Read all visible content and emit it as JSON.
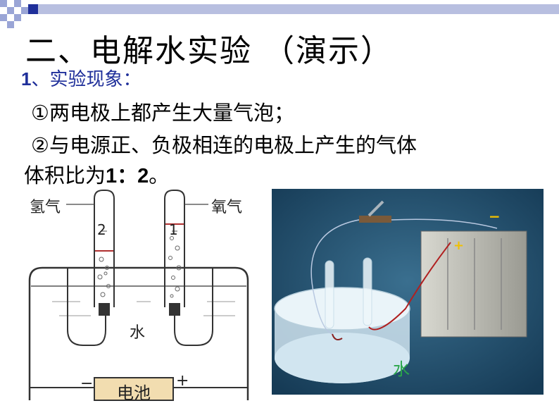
{
  "slide": {
    "title": "二、电解水实验  （演示）",
    "subheading_number": "1",
    "subheading_text": "、实验现象：",
    "point1": "①两电极上都产生大量气泡；",
    "point2": "②与电源正、负极相连的电极上产生的气体",
    "point2_cont_prefix": "体积比为",
    "ratio": "1：2",
    "point2_cont_suffix": "。"
  },
  "left_figure": {
    "label_hydrogen": "氢气",
    "label_oxygen": "氧气",
    "tube_left_number": "2",
    "tube_right_number": "1",
    "label_water": "水",
    "battery_label": "电池",
    "minus_sign": "−",
    "plus_sign": "+"
  },
  "right_figure": {
    "label_water": "水",
    "minus_sign": "−",
    "plus_sign": "+"
  },
  "colors": {
    "accent_blue": "#1f2f9a",
    "photo_background": "#1e4a6b",
    "water_label_green": "#2aa64a"
  }
}
